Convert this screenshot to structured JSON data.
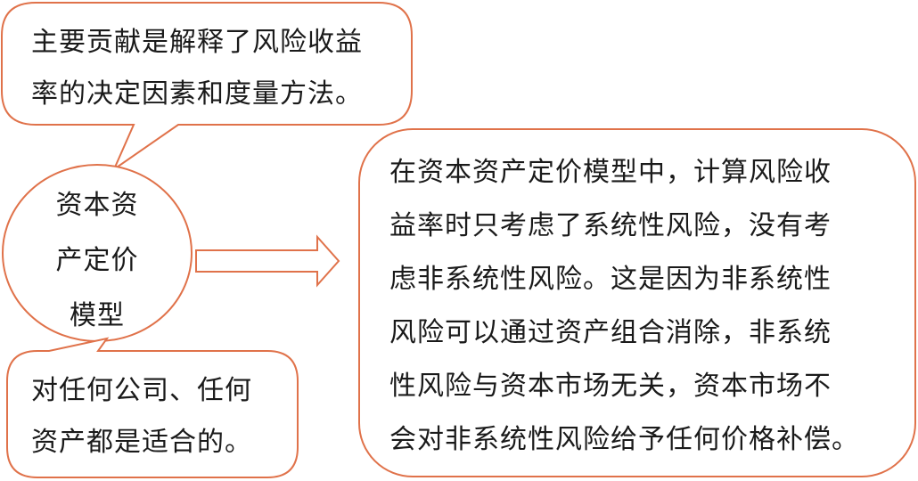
{
  "colors": {
    "stroke": "#e0724a",
    "background": "#ffffff",
    "text": "#1a1a1a"
  },
  "top_callout": {
    "lines": [
      "主要贡献是解释了风险收益",
      "率的决定因素和度量方法。"
    ]
  },
  "center_circle": {
    "lines": [
      "资本资",
      "产定价",
      "模型"
    ]
  },
  "bottom_callout": {
    "lines": [
      "对任何公司、任何",
      "资产都是适合的。"
    ]
  },
  "right_box": {
    "lines": [
      "在资本资产定价模型中，计算风险收",
      "益率时只考虑了系统性风险，没有考",
      "虑非系统性风险。这是因为非系统性",
      "风险可以通过资产组合消除，非系统",
      "性风险与资本市场无关，资本市场不",
      "会对非系统性风险给予任何价格补偿。"
    ]
  },
  "icons": {
    "arrow": "right-arrow-icon"
  }
}
